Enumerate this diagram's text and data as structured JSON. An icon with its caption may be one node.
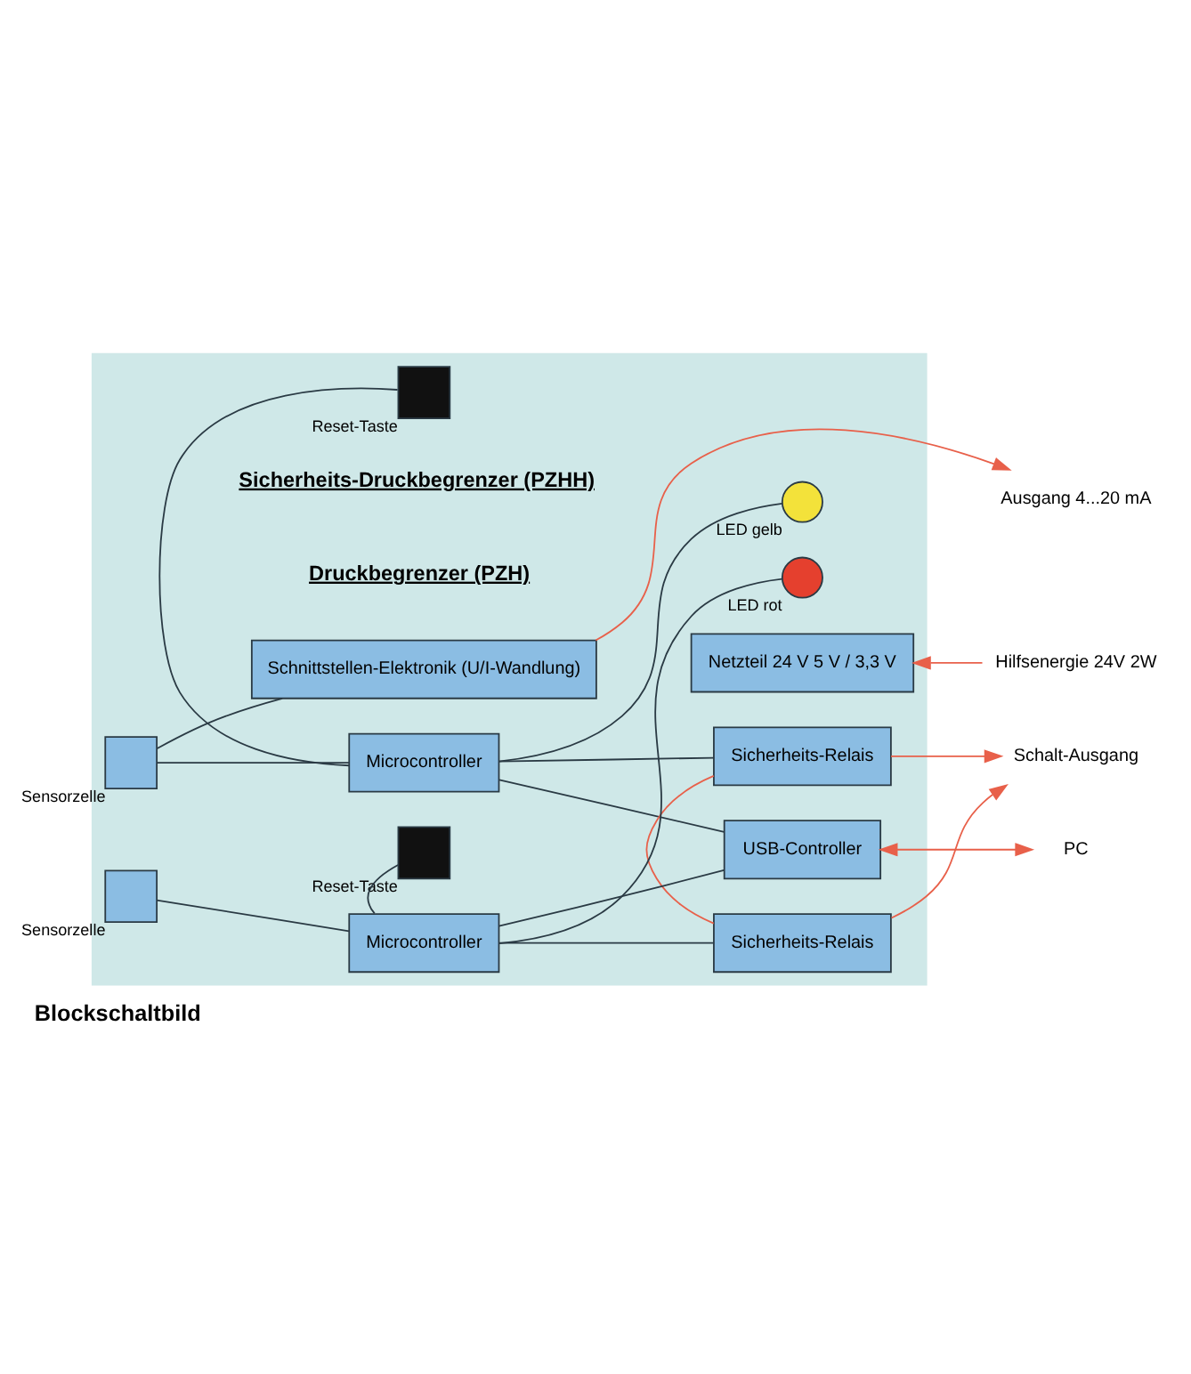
{
  "diagram": {
    "caption": "Blockschaltbild",
    "nodes": [
      {
        "text": [],
        "shape": "box"
      },
      {
        "text": [
          "Schnittstellen-Elektronik (U/I-Wandlung)"
        ],
        "in": 0
      },
      {
        "text": [
          "Netzteil 24 V 5 V / 3,3 V"
        ],
        "in": 0
      },
      {
        "text": [],
        "shape": "box",
        "beside": [
          "Reset-Taste"
        ],
        "in": 0
      },
      {
        "text": [],
        "shape": "circle",
        "beside": [
          "LED gelb"
        ],
        "in": 0
      },
      {
        "text": [],
        "shape": "box",
        "beside": [
          "Sensorzelle"
        ],
        "in": 0
      },
      {
        "text": [
          "Microcontroller"
        ],
        "in": 0
      },
      {
        "text": [
          "Sicherheits-Relais"
        ],
        "in": 0
      },
      {
        "text": [
          "USB-Controller"
        ],
        "in": 0
      },
      {
        "text": [],
        "shape": "box",
        "beside": [
          "Sensorzelle"
        ],
        "in": 0
      },
      {
        "text": [
          "Microcontroller"
        ],
        "in": 0
      },
      {
        "text": [],
        "shape": "circle",
        "beside": [
          "LED rot"
        ],
        "in": 0
      },
      {
        "text": [
          "Sicherheits-Relais"
        ],
        "in": 0
      },
      {
        "text": [],
        "shape": "box",
        "beside": [
          "Reset-Taste"
        ],
        "in": 0
      },
      {
        "text": [
          "Ausgang 4...20 mA"
        ]
      },
      {
        "text": [
          "Hilfsenergie 24V 2W"
        ]
      },
      {
        "text": [
          "Schalt-Ausgang"
        ]
      },
      {
        "text": [
          "PC"
        ]
      }
    ],
    "edges": [
      {
        "from": 5,
        "to": 6,
        "arrow": "none"
      },
      {
        "from": 5,
        "to": 1,
        "arrow": "none"
      },
      {
        "from": 3,
        "to": 6,
        "arrow": "none"
      },
      {
        "from": 6,
        "to": 4,
        "arrow": "none"
      },
      {
        "from": 6,
        "to": 7,
        "arrow": "none"
      },
      {
        "from": 6,
        "to": 8,
        "arrow": "none"
      },
      {
        "from": 10,
        "to": 8,
        "arrow": "none"
      },
      {
        "from": 9,
        "to": 10,
        "arrow": "none"
      },
      {
        "from": 10,
        "to": 11,
        "arrow": "none"
      },
      {
        "from": 10,
        "to": 12,
        "arrow": "none"
      },
      {
        "from": 10,
        "to": 13,
        "arrow": "none"
      },
      {
        "from": 1,
        "to": 14,
        "arrow": "to",
        "color": "#e8604a"
      },
      {
        "from": 15,
        "to": 2,
        "arrow": "to",
        "color": "#e8604a"
      },
      {
        "from": 7,
        "to": 16,
        "arrow": "to",
        "color": "#e8604a"
      },
      {
        "from": 7,
        "to": 12,
        "arrow": "none",
        "color": "#e8604a"
      },
      {
        "from": 12,
        "to": 16,
        "arrow": "to",
        "color": "#e8604a"
      },
      {
        "from": 8,
        "to": 17,
        "arrow": "both",
        "color": "#e8604a"
      }
    ],
    "labels": [
      "Druckbegrenzer (PZH)",
      "Sicherheits-Druckbegrenzer (PZHH)"
    ]
  }
}
